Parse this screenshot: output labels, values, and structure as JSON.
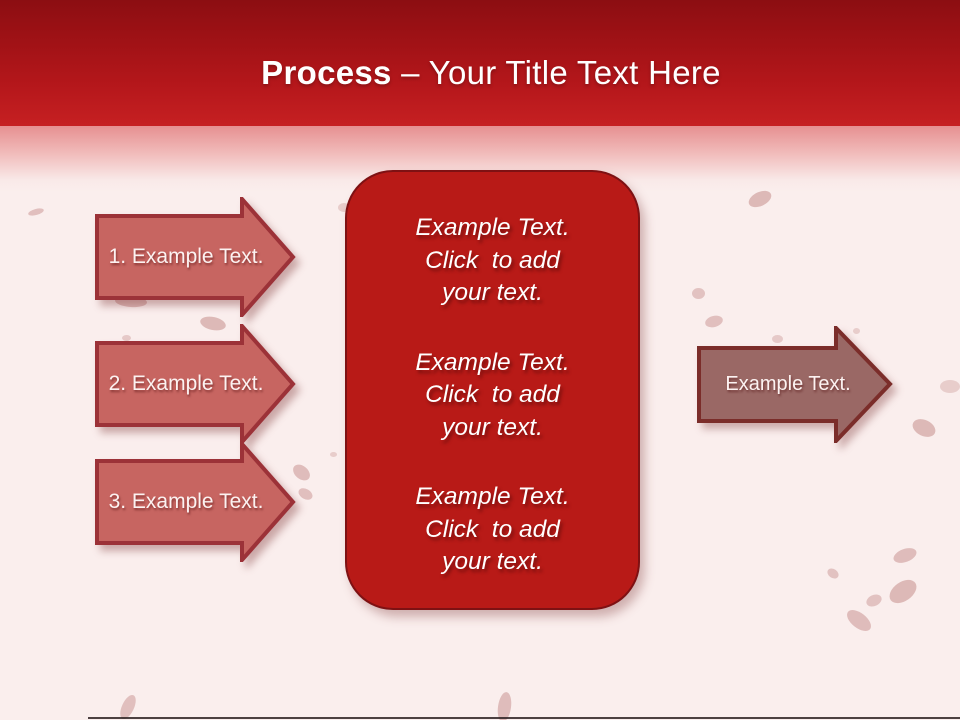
{
  "title": {
    "bold": "Process",
    "rest": " – Your Title Text Here"
  },
  "left_arrows": [
    {
      "label": "1. Example Text."
    },
    {
      "label": "2. Example Text."
    },
    {
      "label": "3. Example Text."
    }
  ],
  "center_panel": {
    "paragraphs": [
      {
        "lines": [
          "Example Text.",
          "Click  to add",
          "your text."
        ]
      },
      {
        "lines": [
          "Example Text.",
          "Click  to add",
          "your text."
        ]
      },
      {
        "lines": [
          "Example Text.",
          "Click  to add",
          "your text."
        ]
      }
    ]
  },
  "right_arrow": {
    "label": "Example Text."
  },
  "colors": {
    "header_top": "#8c0e12",
    "header_bottom": "#c62022",
    "background": "#faeeed",
    "left_arrow_fill": "#c76561",
    "left_arrow_border": "#9c3238",
    "panel_fill": "#b81a17",
    "panel_border": "#7e1113",
    "right_arrow_fill": "#9a6865",
    "right_arrow_border": "#7b2d2a",
    "splatter": "#d6aba9",
    "text": "#ffffff"
  },
  "decorations": [
    [
      28,
      209,
      16,
      6,
      -15,
      0.7
    ],
    [
      268,
      264,
      9,
      7,
      0,
      0.5
    ],
    [
      200,
      317,
      26,
      13,
      12,
      0.8
    ],
    [
      122,
      335,
      9,
      6,
      0,
      0.55
    ],
    [
      115,
      296,
      32,
      11,
      4,
      0.8
    ],
    [
      338,
      203,
      12,
      9,
      0,
      0.5
    ],
    [
      748,
      192,
      24,
      14,
      -25,
      0.8
    ],
    [
      692,
      288,
      13,
      11,
      0,
      0.65
    ],
    [
      705,
      316,
      18,
      11,
      -15,
      0.7
    ],
    [
      772,
      335,
      11,
      8,
      0,
      0.55
    ],
    [
      853,
      328,
      7,
      6,
      0,
      0.5
    ],
    [
      940,
      380,
      20,
      13,
      0,
      0.5
    ],
    [
      912,
      420,
      24,
      16,
      25,
      0.8
    ],
    [
      292,
      466,
      19,
      13,
      40,
      0.75
    ],
    [
      298,
      489,
      15,
      10,
      30,
      0.7
    ],
    [
      330,
      452,
      7,
      5,
      0,
      0.5
    ],
    [
      360,
      436,
      6,
      4,
      0,
      0.45
    ],
    [
      893,
      549,
      24,
      13,
      -20,
      0.75
    ],
    [
      827,
      569,
      12,
      9,
      35,
      0.65
    ],
    [
      888,
      582,
      30,
      19,
      -35,
      0.8
    ],
    [
      866,
      595,
      16,
      11,
      -25,
      0.65
    ],
    [
      845,
      613,
      28,
      15,
      38,
      0.75
    ],
    [
      122,
      694,
      12,
      26,
      25,
      0.7
    ],
    [
      498,
      692,
      13,
      30,
      8,
      0.75
    ]
  ]
}
